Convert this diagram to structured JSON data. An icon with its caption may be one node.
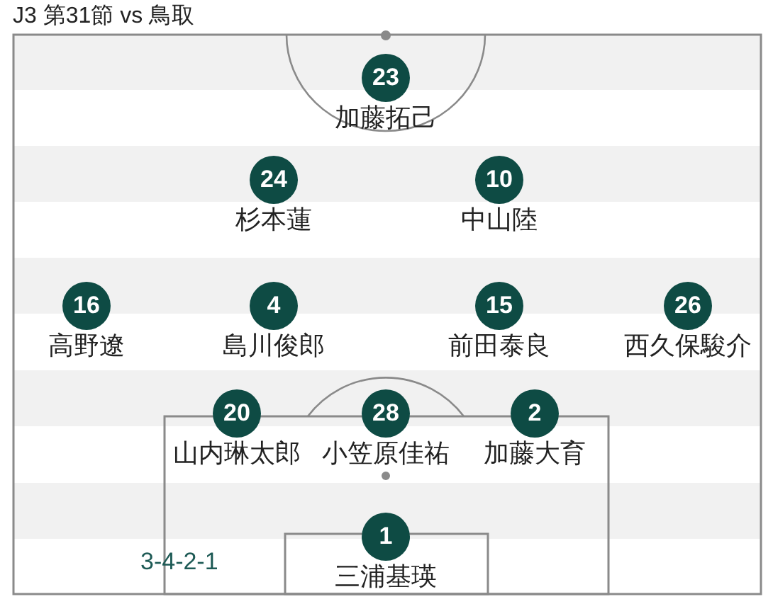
{
  "diagram": {
    "title": "J3 第31節 vs 鳥取",
    "nodes": [
      {
        "text": [
          "23"
        ],
        "beside": [
          "加藤拓己"
        ]
      },
      {
        "text": [
          "24"
        ],
        "beside": [
          "杉本蓮"
        ]
      },
      {
        "text": [
          "10"
        ],
        "beside": [
          "中山陸"
        ]
      },
      {
        "text": [
          "16"
        ],
        "beside": [
          "高野遼"
        ]
      },
      {
        "text": [
          "4"
        ],
        "beside": [
          "島川俊郎"
        ]
      },
      {
        "text": [
          "15"
        ],
        "beside": [
          "前田泰良"
        ]
      },
      {
        "text": [
          "26"
        ],
        "beside": [
          "西久保駿介"
        ]
      },
      {
        "text": [
          "20"
        ],
        "beside": [
          "山内琳太郎"
        ]
      },
      {
        "text": [
          "28"
        ],
        "beside": [
          "小笠原佳祐"
        ]
      },
      {
        "text": [
          "2"
        ],
        "beside": [
          "加藤大育"
        ]
      },
      {
        "text": [
          "1"
        ],
        "beside": [
          "三浦基瑛"
        ]
      }
    ],
    "labels": [
      "3-4-2-1"
    ]
  }
}
